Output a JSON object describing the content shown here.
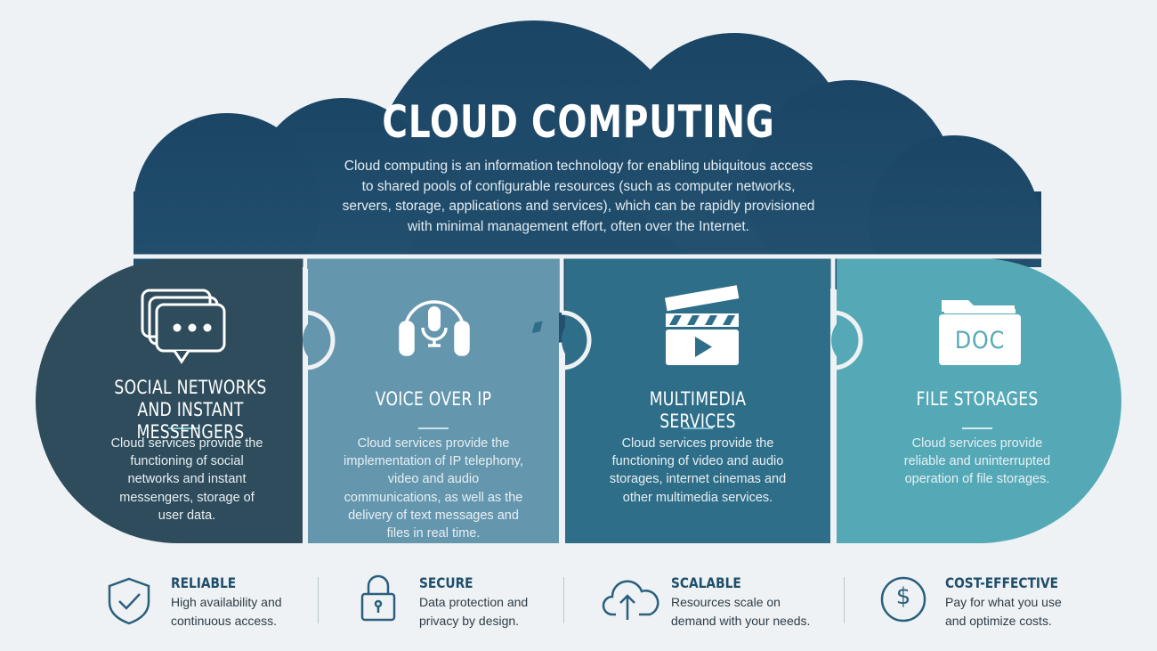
{
  "title": "CLOUD COMPUTING",
  "intro": "Cloud computing is an information technology for enabling ubiquitous access to shared pools of configurable resources (such as computer networks, servers, storage, applications and services), which can be rapidly provisioned with minimal management effort, often over the Internet.",
  "panels": [
    {
      "heading": "SOCIAL NETWORKS AND INSTANT MESSENGERS",
      "description": "Cloud services provide the functioning of social networks and instant messengers, storage of user data.",
      "icon": "chat-bubbles-icon",
      "color": "#2f4c5c"
    },
    {
      "heading": "VOICE OVER IP",
      "description": "Cloud services provide the implementation of IP telephony, video and audio communications, as well as the delivery of text messages and files in real time.",
      "icon": "headset-microphone-icon",
      "color": "#6496ad"
    },
    {
      "heading": "MULTIMEDIA SERVICES",
      "description": "Cloud services provide the functioning of video and audio storages, internet cinemas and other multimedia services.",
      "icon": "clapperboard-icon",
      "color": "#2f6e88"
    },
    {
      "heading": "FILE STORAGES",
      "description": "Cloud services provide reliable and uninterrupted operation of file storages.",
      "icon": "folder-doc-icon",
      "icon_text": "DOC",
      "color": "#55a9b7"
    }
  ],
  "features": [
    {
      "title": "RELIABLE",
      "description": "High availability and continuous access.",
      "icon": "shield-check-icon"
    },
    {
      "title": "SECURE",
      "description": "Data protection and privacy by design.",
      "icon": "padlock-icon"
    },
    {
      "title": "SCALABLE",
      "description": "Resources scale on demand with your needs.",
      "icon": "cloud-upload-icon"
    },
    {
      "title": "COST-EFFECTIVE",
      "description": "Pay for what you use and optimize costs.",
      "icon": "dollar-coin-icon"
    }
  ],
  "colors": {
    "background": "#eef2f4",
    "cloud": "#1f4a6a",
    "accent_divider": "#7cc3cf",
    "feature_icon": "#2a5f7e",
    "feature_title": "#1f4e6b"
  }
}
